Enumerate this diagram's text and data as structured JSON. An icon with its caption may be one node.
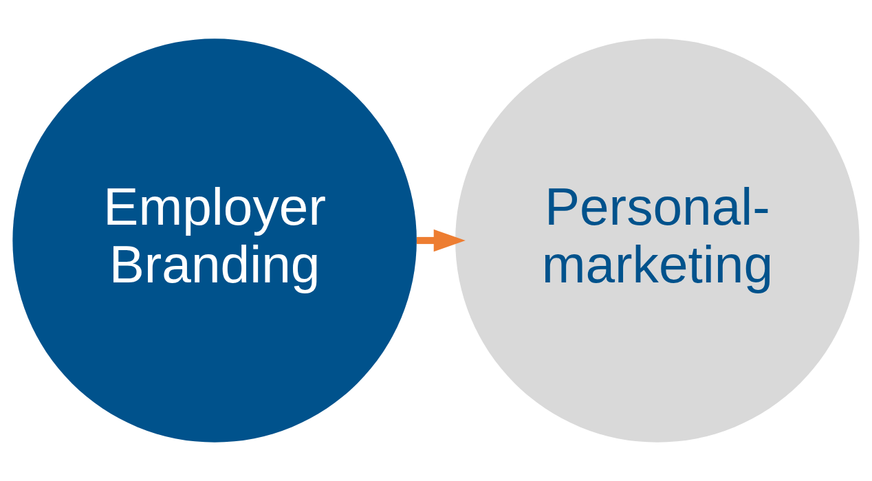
{
  "diagram": {
    "nodes": [
      {
        "text": [
          "Employer Branding"
        ]
      },
      {
        "text": [
          "Personal- marketing"
        ]
      }
    ],
    "edges": [
      {
        "from": 0,
        "to": 1,
        "arrow": "to",
        "color": "#ed7d31"
      }
    ]
  }
}
